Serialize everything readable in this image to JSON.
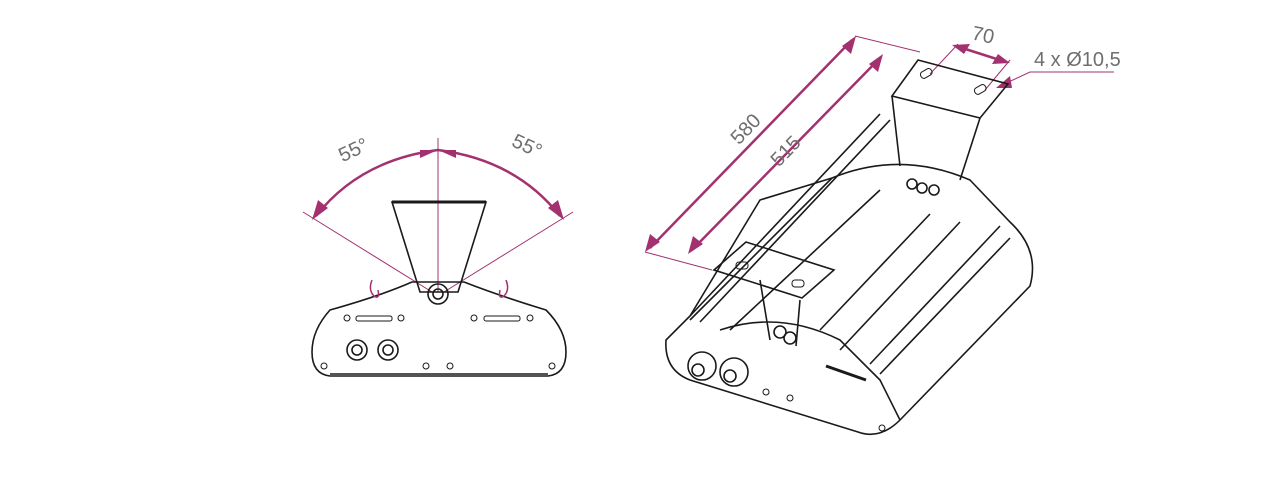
{
  "front_view": {
    "angle_left": "55°",
    "angle_right": "55°"
  },
  "iso_view": {
    "length_total": "580",
    "length_mount": "515",
    "bracket_width": "70",
    "holes": "4 x Ø10,5"
  },
  "colors": {
    "dimension": "#a3316f",
    "outline": "#1a1a1a",
    "text": "#6e6e6e"
  }
}
